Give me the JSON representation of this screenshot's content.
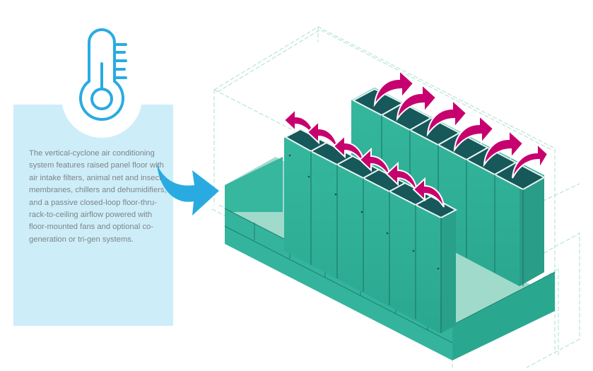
{
  "description": {
    "text": "The vertical-cyclone air conditioning system features raised panel floor with air intake filters, animal net and insect membranes, chillers and dehumidifiers, and a passive closed-loop floor-thru-rack-to-ceiling airflow powered with floor-mounted fans and optional co-generation or tri-gen systems."
  },
  "icons": {
    "primary": "thermometer-icon",
    "pointer": "curved-arrow-icon",
    "airflow": "airflow-arrow-icon"
  },
  "colors": {
    "accent_blue": "#29abe2",
    "box_bg": "#cdeef9",
    "teal": "#2fb39a",
    "teal_dark": "#17585a",
    "magenta": "#c7006f",
    "wire": "#9fdccf",
    "text": "#7f8487"
  },
  "illustration": {
    "front_row_racks": 6,
    "back_row_racks": 6
  }
}
